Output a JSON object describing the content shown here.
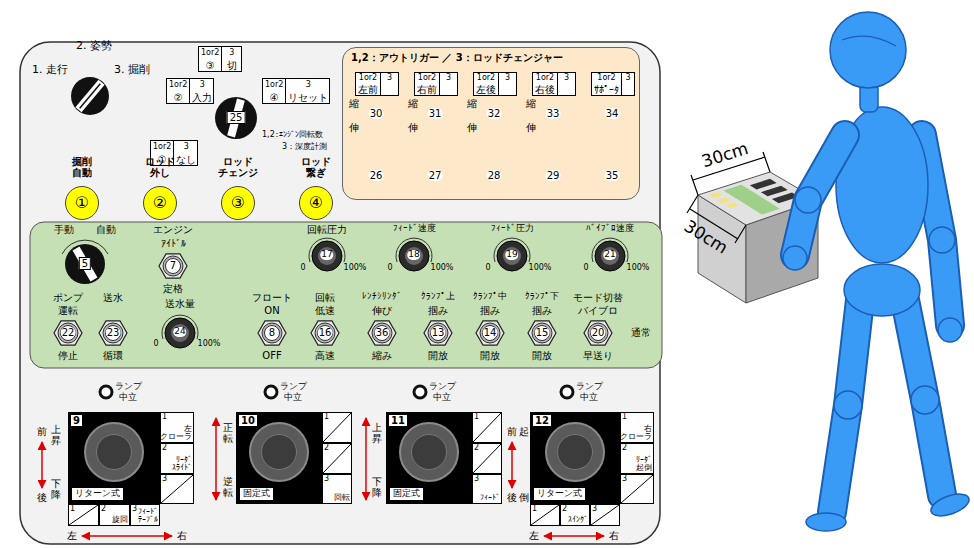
{
  "diagram": {
    "nodes": [
      {
        "text": [
          "1or2",
          "③",
          "3",
          "切"
        ]
      },
      {
        "text": [
          "1or2",
          "②",
          "3",
          "入力"
        ]
      },
      {
        "text": [
          "1or2",
          "④",
          "3",
          "リセット"
        ]
      },
      {
        "text": [
          "1or2",
          "①",
          "3",
          "なし"
        ]
      },
      {
        "text": [
          "1,2：アウトリガー ／ 3：ロッドチェンジャー"
        ]
      },
      {
        "text": [
          "1or2",
          "左前",
          "3"
        ],
        "in": 4
      },
      {
        "text": [
          "1or2",
          "右前",
          "3"
        ],
        "in": 4
      },
      {
        "text": [
          "1or2",
          "左後",
          "3"
        ],
        "in": 4
      },
      {
        "text": [
          "1or2",
          "右後",
          "3"
        ],
        "in": 4
      },
      {
        "text": [
          "1or2",
          "ｻﾎﾟｰﾀ",
          "3"
        ],
        "in": 4
      },
      {
        "text": [
          "掘削 自動",
          "①"
        ]
      },
      {
        "text": [
          "ロッド 外し",
          "②"
        ]
      },
      {
        "text": [
          "ロッド チェンジ",
          "③"
        ]
      },
      {
        "text": [
          "ロッド 繋ぎ",
          "④"
        ]
      },
      {
        "text": [
          "9",
          "リターン式"
        ]
      },
      {
        "text": [
          "1",
          "左 クローラ"
        ]
      },
      {
        "text": [
          "2",
          "ﾘｰﾀﾞ ｽﾗｲﾄﾞ"
        ]
      },
      {
        "text": [
          "3"
        ]
      },
      {
        "text": [
          "1"
        ]
      },
      {
        "text": [
          "2",
          "旋回"
        ]
      },
      {
        "text": [
          "3",
          "ﾌｨｰﾄﾞ ﾃｰﾌﾞﾙ"
        ]
      },
      {
        "text": [
          "10",
          "固定式"
        ]
      },
      {
        "text": [
          "1"
        ]
      },
      {
        "text": [
          "2"
        ]
      },
      {
        "text": [
          "3",
          "回転"
        ]
      },
      {
        "text": [
          "11",
          "固定式"
        ]
      },
      {
        "text": [
          "1"
        ]
      },
      {
        "text": [
          "2"
        ]
      },
      {
        "text": [
          "3",
          "ﾌｨｰﾄﾞ"
        ]
      },
      {
        "text": [
          "12",
          "リターン式"
        ]
      },
      {
        "text": [
          "1",
          "右 クローラ"
        ]
      },
      {
        "text": [
          "2",
          "ﾘｰﾀﾞ 起倒"
        ]
      },
      {
        "text": [
          "3"
        ]
      },
      {
        "text": [
          "1"
        ]
      },
      {
        "text": [
          "2",
          "ｽｲﾝｸﾞ"
        ]
      },
      {
        "text": [
          "3"
        ]
      }
    ],
    "labels": [
      "1. 走行",
      "2. 姿勢",
      "3. 掘削",
      "25",
      "1,2：ｴﾝｼﾞﾝ回転数",
      "3：深度計測",
      "縮",
      "30",
      "伸",
      "縮",
      "31",
      "伸",
      "縮",
      "32",
      "伸",
      "縮",
      "33",
      "伸",
      "34",
      "26",
      "27",
      "28",
      "29",
      "35",
      "手動",
      "自動",
      "5",
      "エンジン",
      "ｱｲﾄﾞﾙ",
      "7",
      "定格",
      "回転圧力",
      "0",
      "17",
      "100%",
      "ﾌｨｰﾄﾞ速度",
      "0",
      "18",
      "100%",
      "ﾌｨｰﾄﾞ圧力",
      "0",
      "19",
      "100%",
      "ﾊﾞｲﾌﾞﾛ速度",
      "0",
      "21",
      "100%",
      "ポンプ",
      "運転",
      "22",
      "停止",
      "送水",
      "23",
      "循環",
      "送水量",
      "0",
      "24",
      "100%",
      "フロート",
      "ON",
      "8",
      "OFF",
      "回転",
      "低速",
      "16",
      "高速",
      "ﾚﾝﾁｼﾘﾝﾀﾞ",
      "伸び",
      "36",
      "縮み",
      "ｸﾗﾝﾌﾟ上",
      "掴み",
      "13",
      "開放",
      "ｸﾗﾝﾌﾟ中",
      "掴み",
      "14",
      "開放",
      "ｸﾗﾝﾌﾟ下",
      "掴み",
      "15",
      "開放",
      "モード切替",
      "バイブロ",
      "20",
      "通常",
      "早送り",
      "ランプ",
      "中立",
      "ランプ",
      "中立",
      "ランプ",
      "中立",
      "ランプ",
      "中立",
      "前",
      "上昇",
      "下降",
      "後",
      "左",
      "右",
      "正転",
      "逆転",
      "上昇",
      "下降",
      "前",
      "起",
      "倒",
      "後",
      "左",
      "右",
      "30cm",
      "30cm"
    ]
  }
}
